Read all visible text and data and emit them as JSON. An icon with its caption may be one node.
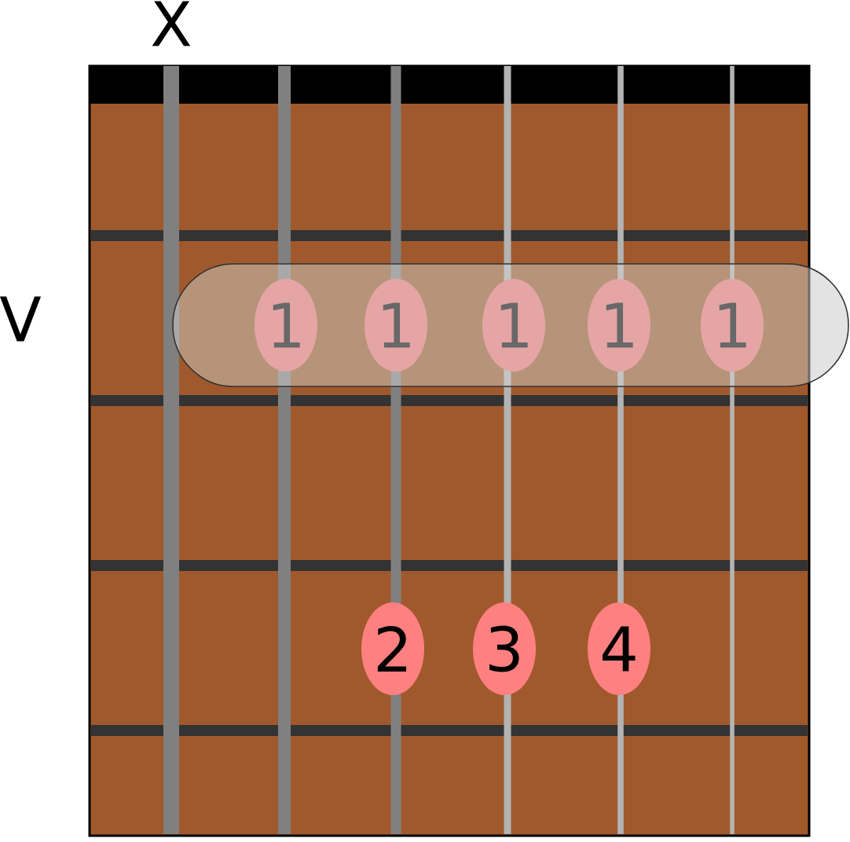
{
  "diagram": {
    "nodes": [
      {
        "text": [
          "1"
        ]
      },
      {
        "text": [
          "1"
        ]
      },
      {
        "text": [
          "1"
        ]
      },
      {
        "text": [
          "1"
        ]
      },
      {
        "text": [
          "1"
        ]
      },
      {
        "text": [
          "2"
        ]
      },
      {
        "text": [
          "3"
        ]
      },
      {
        "text": [
          "4"
        ]
      }
    ],
    "labels": [
      "X",
      "V"
    ]
  }
}
